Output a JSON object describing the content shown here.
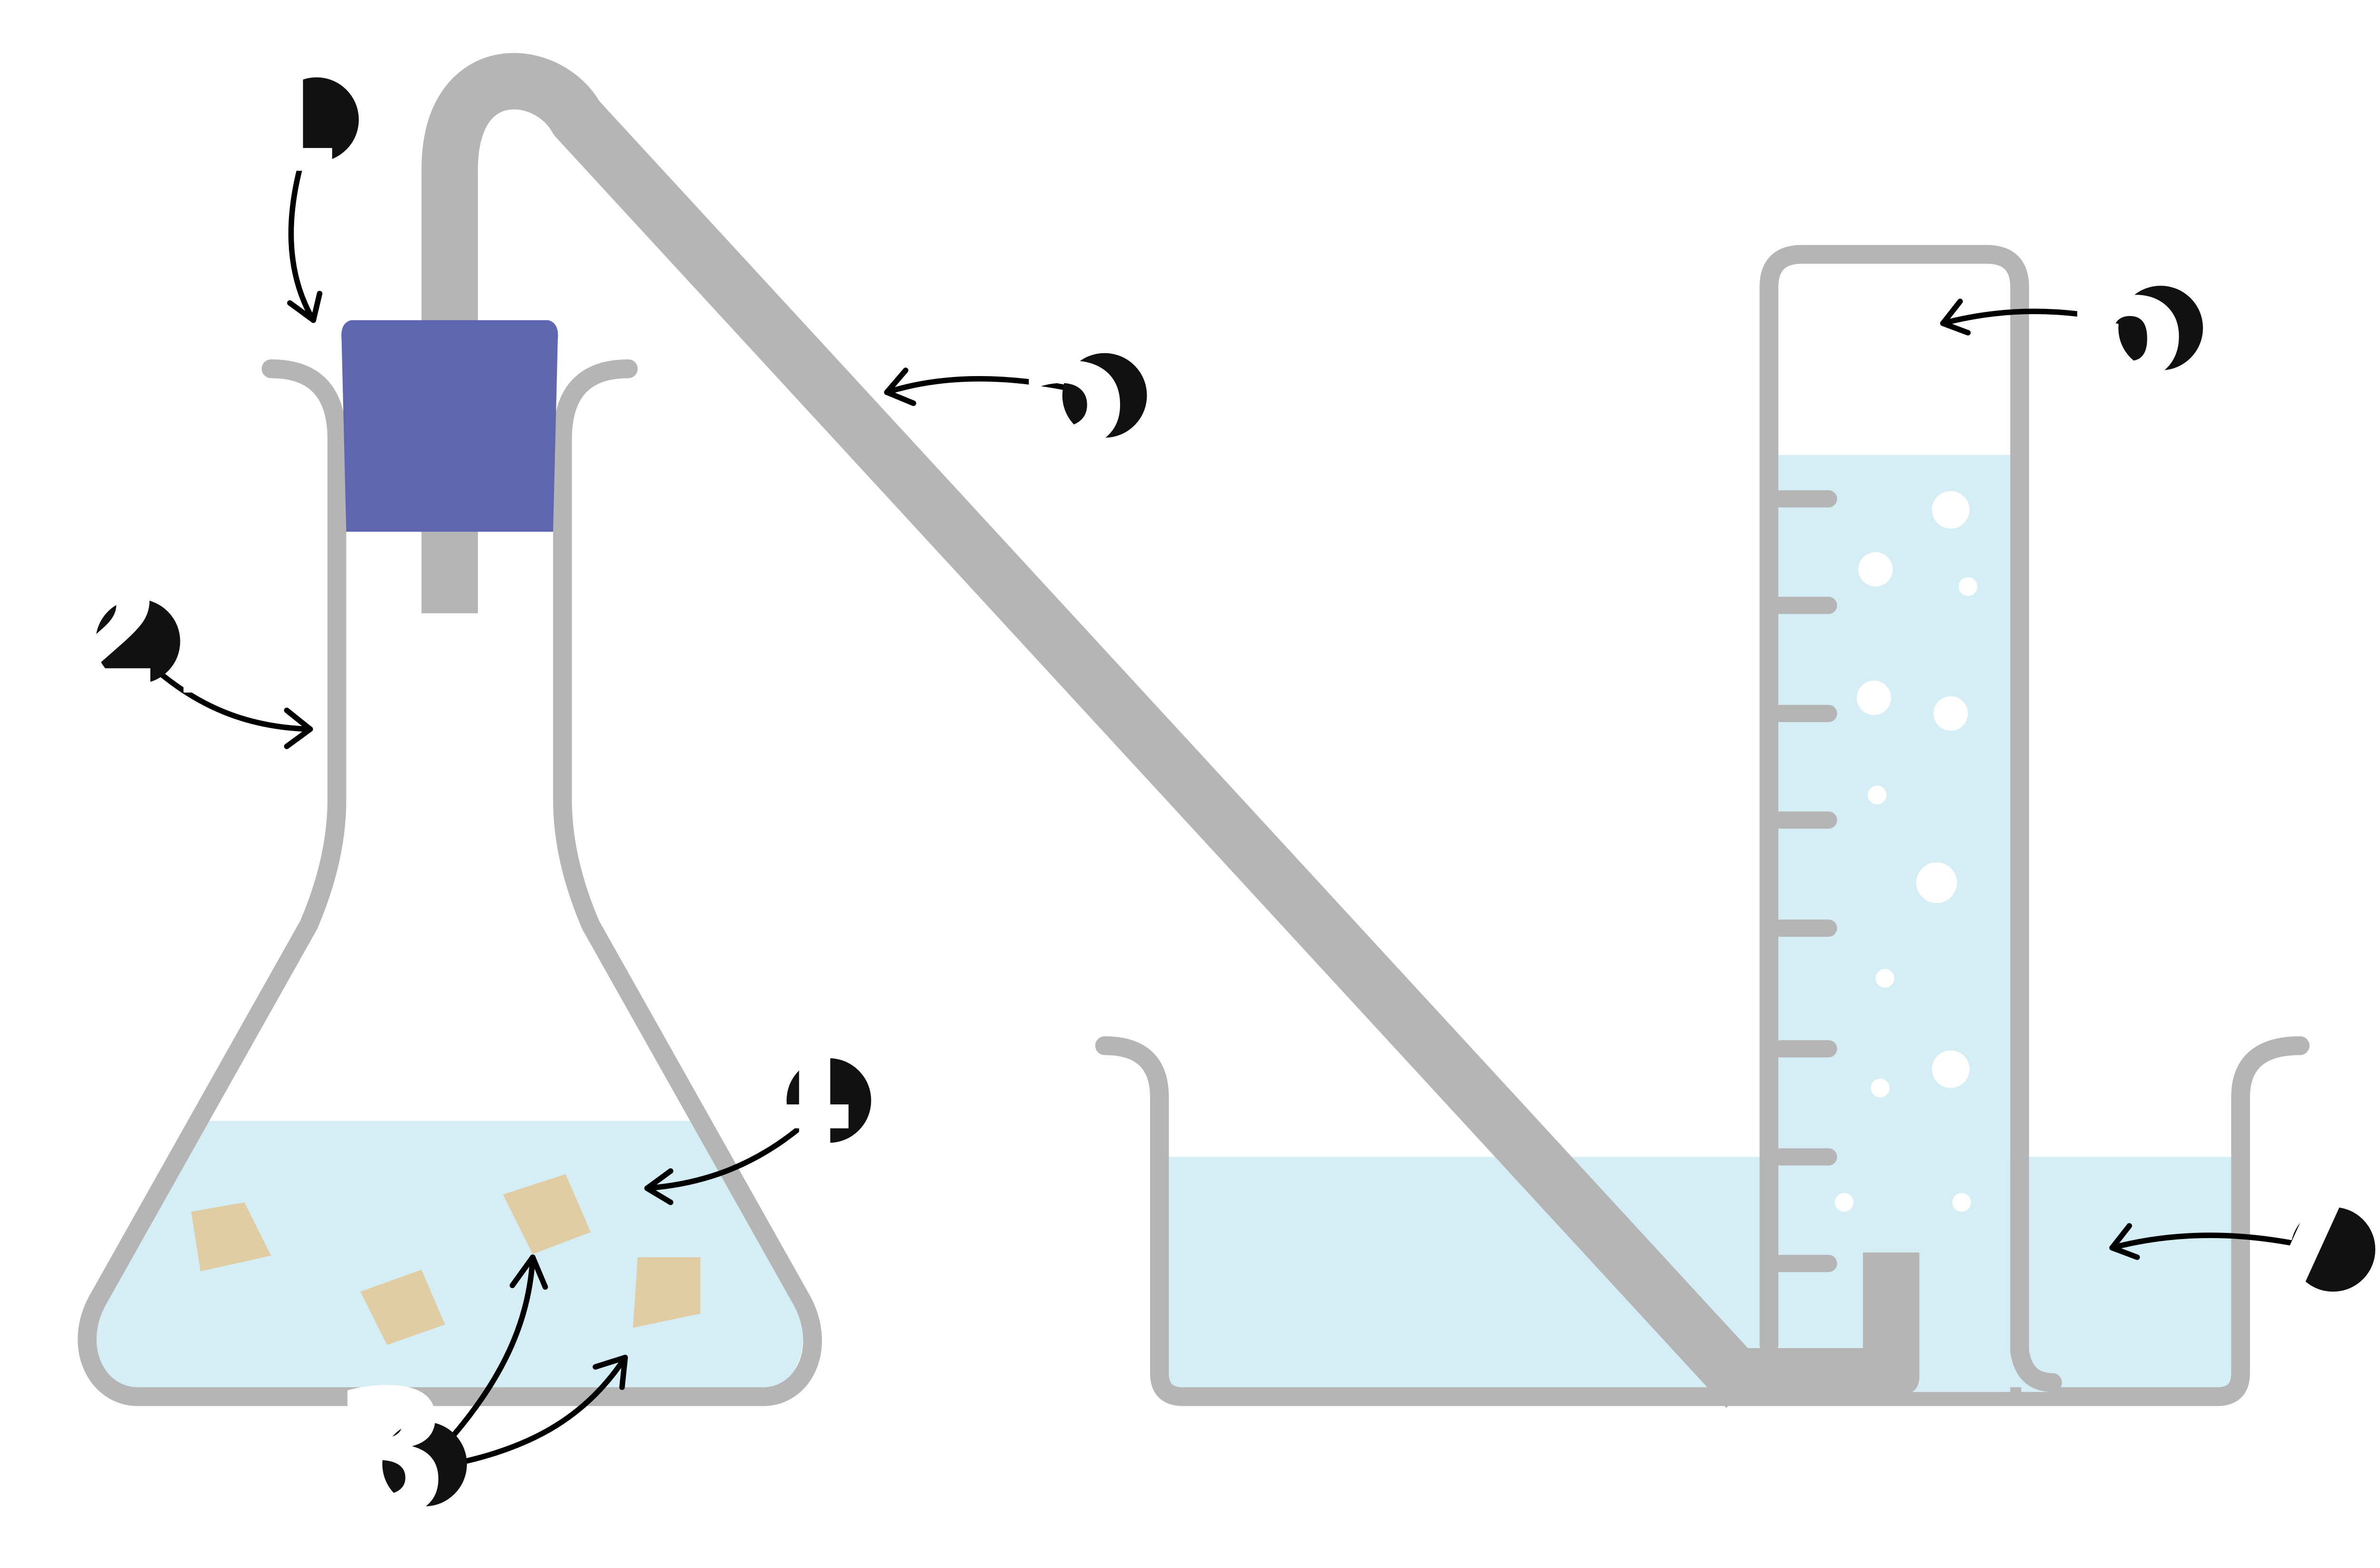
{
  "colors": {
    "glass": "#b5b5b5",
    "water": "#d5edf4",
    "stopper": "#5e66af",
    "solid": "#e0cda4",
    "bubble": "#ffffff",
    "label_bg": "#111111",
    "label_text": "#ffffff",
    "arrow": "#000000"
  },
  "labels": {
    "l1": "1.",
    "l2": "2.",
    "l3": "3.",
    "l4": "4.",
    "l5": "5.",
    "l6": "6.",
    "l7": "7."
  }
}
